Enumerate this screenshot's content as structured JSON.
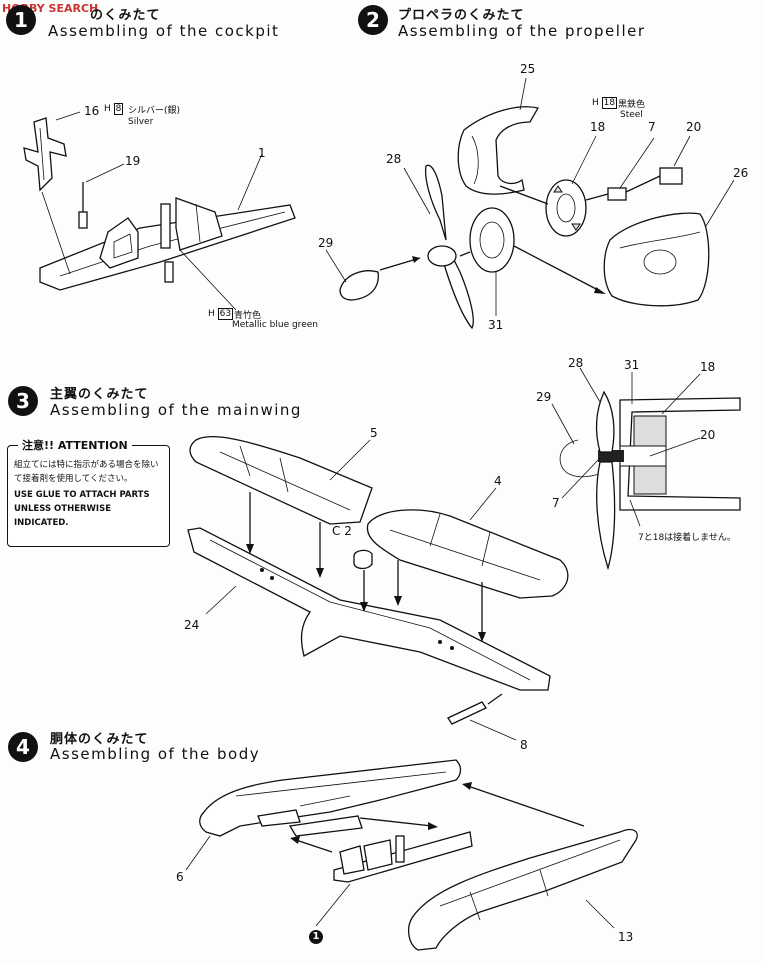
{
  "watermark": "HOBBY SEARCH",
  "steps": [
    {
      "number": "1",
      "jp": "のくみたて",
      "en": "Assembling of the cockpit"
    },
    {
      "number": "2",
      "jp": "プロペラのくみたて",
      "en": "Assembling of the propeller"
    },
    {
      "number": "3",
      "jp": "主翼のくみたて",
      "en": "Assembling of the mainwing"
    },
    {
      "number": "4",
      "jp": "胴体のくみたて",
      "en": "Assembling of the body"
    }
  ],
  "cockpit": {
    "part16": "16",
    "h8_code": "8",
    "h8_jp": "シルバー(銀)",
    "h8_en": "Silver",
    "part19": "19",
    "part1": "1",
    "h63_code": "63",
    "h63_jp": "青竹色",
    "h63_en": "Metallic blue green"
  },
  "propeller": {
    "part25": "25",
    "part18": "18",
    "part7": "7",
    "part20": "20",
    "part28": "28",
    "part26": "26",
    "part29": "29",
    "part31": "31",
    "h18_code": "18",
    "h18_jp": "黒鉄色",
    "h18_en": "Steel"
  },
  "prop_section": {
    "part28": "28",
    "part31": "31",
    "part18": "18",
    "part29": "29",
    "part20": "20",
    "part7": "7",
    "note": "7と18は接着しません。"
  },
  "attention": {
    "title": "注意!! ATTENTION",
    "jp_text": "組立てには特に指示がある場合を除いて接着剤を使用してください。",
    "en_text": "USE GLUE TO ATTACH PARTS UNLESS OTHERWISE INDICATED."
  },
  "mainwing": {
    "part5": "5",
    "part4": "4",
    "partC2": "C 2",
    "part24": "24",
    "part8": "8"
  },
  "body": {
    "part6": "6",
    "part13": "13",
    "part1": "1"
  }
}
